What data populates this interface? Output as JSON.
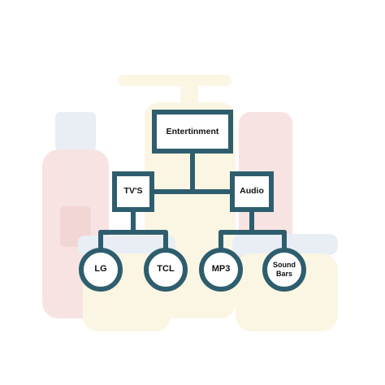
{
  "diagram": {
    "title": "",
    "root": {
      "label": "Entertinment"
    },
    "branches": [
      {
        "label": "TV'S",
        "children": [
          "LG",
          "TCL"
        ]
      },
      {
        "label": "Audio",
        "children": [
          "MP3",
          "Sound Bars"
        ]
      }
    ]
  },
  "colors": {
    "stroke": "#2E5E6E",
    "node_fill": "#ffffff",
    "text": "#111111",
    "background_art_pink": "#f7e3e2",
    "background_art_cream": "#fbf6e3",
    "background_art_blue": "#e9eef5"
  },
  "background": {
    "depiction": "faded cosmetic bottles illustration"
  }
}
